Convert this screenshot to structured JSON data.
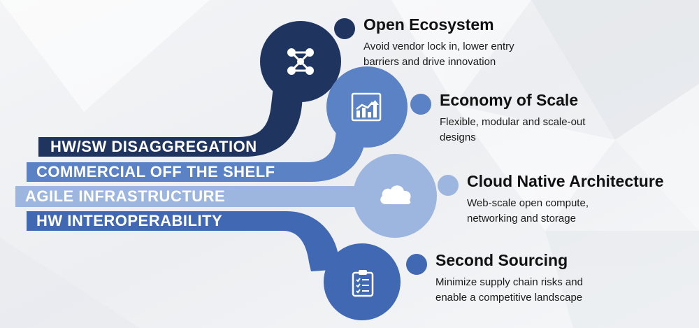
{
  "bands": [
    {
      "label": "HW/SW DISAGGREGATION",
      "color": "#1f3560"
    },
    {
      "label": "COMMERCIAL OFF THE SHELF",
      "color": "#5b82c4"
    },
    {
      "label": "AGILE INFRASTRUCTURE",
      "color": "#9cb6e0"
    },
    {
      "label": "HW INTEROPERABILITY",
      "color": "#4169b3"
    }
  ],
  "features": [
    {
      "title": "Open Ecosystem",
      "desc_lines": [
        "Avoid vendor lock in, lower entry",
        "barriers and drive innovation"
      ],
      "dot_color": "#1f3560"
    },
    {
      "title": "Economy of Scale",
      "desc_lines": [
        "Flexible, modular and scale-out",
        "designs"
      ],
      "dot_color": "#5b82c4"
    },
    {
      "title": "Cloud Native Architecture",
      "desc_lines": [
        "Web-scale open compute,",
        "networking and storage"
      ],
      "dot_color": "#9cb6e0"
    },
    {
      "title": "Second Sourcing",
      "desc_lines": [
        "Minimize supply chain risks and",
        "enable a competitive landscape"
      ],
      "dot_color": "#4169b3"
    }
  ],
  "icons": [
    "network-nodes-icon",
    "growth-chart-icon",
    "cloud-icon",
    "checklist-icon"
  ]
}
